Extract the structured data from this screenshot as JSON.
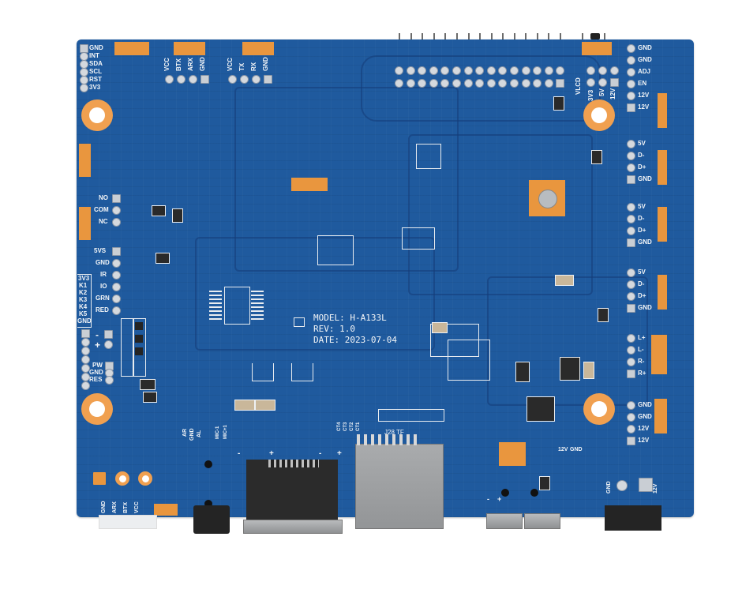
{
  "image": {
    "subject": "Blue PCB board, bottom side",
    "board_color": "#1f5a9e",
    "pad_color": "#e9963e",
    "silkscreen_color": "#f4f6f8"
  },
  "board_info": {
    "model": "MODEL: H-A133L",
    "rev": "REV: 1.0",
    "date": "DATE: 2023-07-04"
  },
  "connectors": {
    "i2c_header": [
      "GND",
      "INT",
      "SDA",
      "SCL",
      "RST",
      "3V3"
    ],
    "uart1": [
      "VCC",
      "BTX",
      "ARX",
      "GND"
    ],
    "uart2": [
      "VCC",
      "TX",
      "RX",
      "GND"
    ],
    "right_top": [
      "GND",
      "GND",
      "ADJ",
      "EN",
      "12V",
      "12V"
    ],
    "usb1": [
      "5V",
      "D-",
      "D+",
      "GND"
    ],
    "usb2": [
      "5V",
      "D-",
      "D+",
      "GND"
    ],
    "usb3": [
      "5V",
      "D-",
      "D+",
      "GND"
    ],
    "speaker": [
      "L+",
      "L-",
      "R-",
      "R+"
    ],
    "power_right": [
      "GND",
      "GND",
      "12V",
      "12V"
    ],
    "relay": [
      "NO",
      "COM",
      "NC"
    ],
    "ir_led": [
      "5VS",
      "GND",
      "IR",
      "IO",
      "GRN",
      "RED"
    ],
    "keys": [
      "3V3",
      "K1",
      "K2",
      "K3",
      "K4",
      "K5",
      "GND"
    ],
    "polarity": [
      "-",
      "+"
    ],
    "power_btn": [
      "PW",
      "GND",
      "RES"
    ],
    "bottom_left": [
      "GND",
      "ARX",
      "BTX",
      "VCC"
    ],
    "audio": [
      "AR",
      "GND",
      "AL"
    ],
    "mic": [
      "MIC-1",
      "MIC+1"
    ],
    "ct": [
      "CT4",
      "CT3",
      "CT2",
      "CT1"
    ],
    "lvds_labels": [
      "VLCD",
      "3V3",
      "5V",
      "12V"
    ],
    "tf": "J28  TF",
    "dc_in": [
      "GND",
      "12V"
    ],
    "dc_small": [
      "12V",
      "GND"
    ],
    "led_polarity": [
      "-",
      "+"
    ],
    "speaker_polarity": [
      "-",
      "+",
      "-",
      "+"
    ]
  }
}
